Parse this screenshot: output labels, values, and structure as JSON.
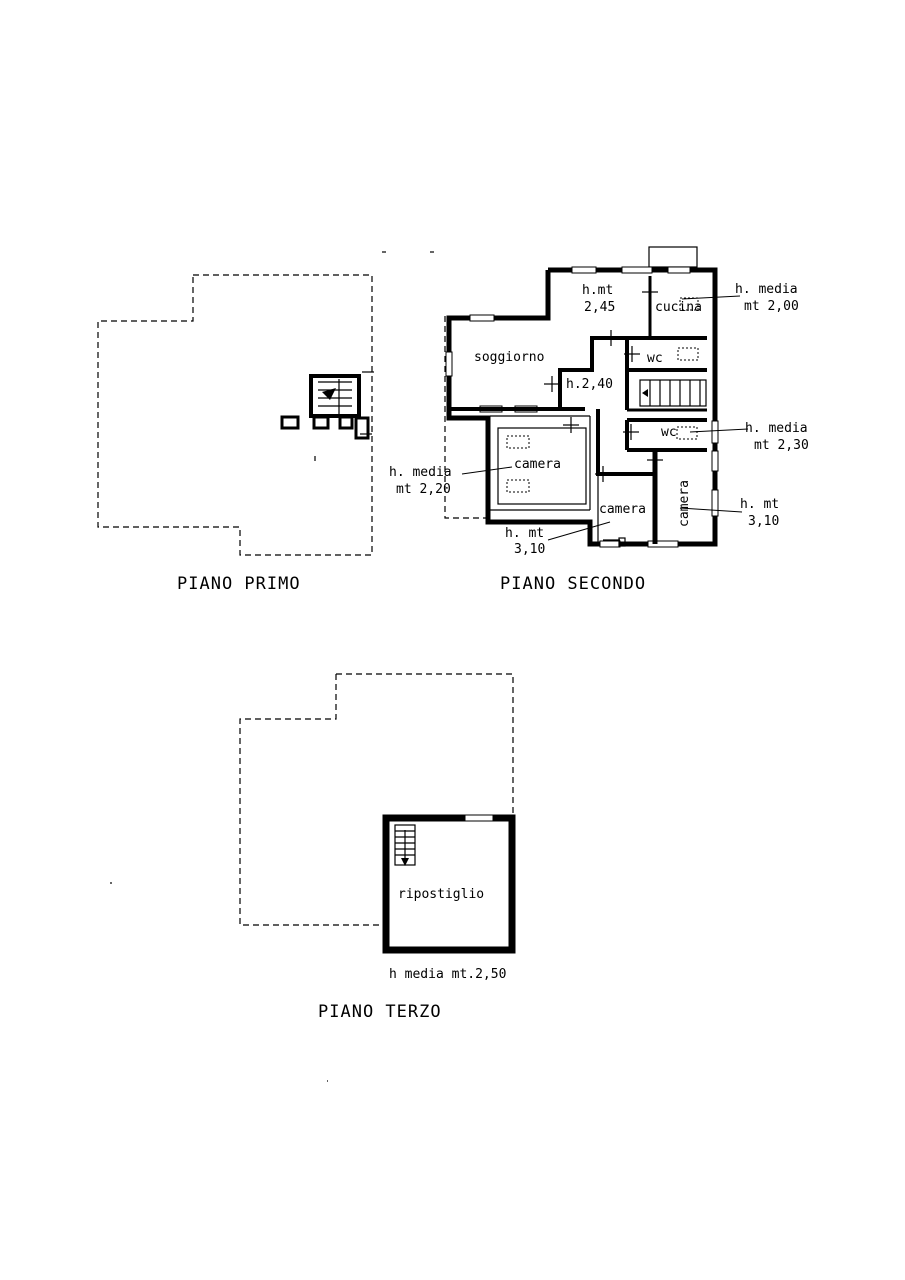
{
  "floors": {
    "primo": {
      "title": "PIANO PRIMO"
    },
    "secondo": {
      "title": "PIANO SECONDO",
      "rooms": {
        "soggiorno": "soggiorno",
        "cucina": "cucina",
        "wc_upper": "wc",
        "wc_lower": "wc",
        "camera_left": "camera",
        "camera_middle": "camera",
        "camera_right": "camera"
      },
      "heights": {
        "hmt_label": "h.mt",
        "hmt_value": "2,45",
        "h240": "h.2,40",
        "media_cucina_1": "h. media",
        "media_cucina_2": "mt 2,00",
        "media_wc_1": "h. media",
        "media_wc_2": "mt 2,30",
        "media_camera_1": "h. media",
        "media_camera_2": "mt 2,20",
        "hmt_right_1": "h. mt",
        "hmt_right_2": "3,10",
        "hmt_bottom_1": "h. mt",
        "hmt_bottom_2": "3,10"
      }
    },
    "terzo": {
      "title": "PIANO TERZO",
      "room": "ripostiglio",
      "height_note": "h media mt.2,50"
    }
  }
}
